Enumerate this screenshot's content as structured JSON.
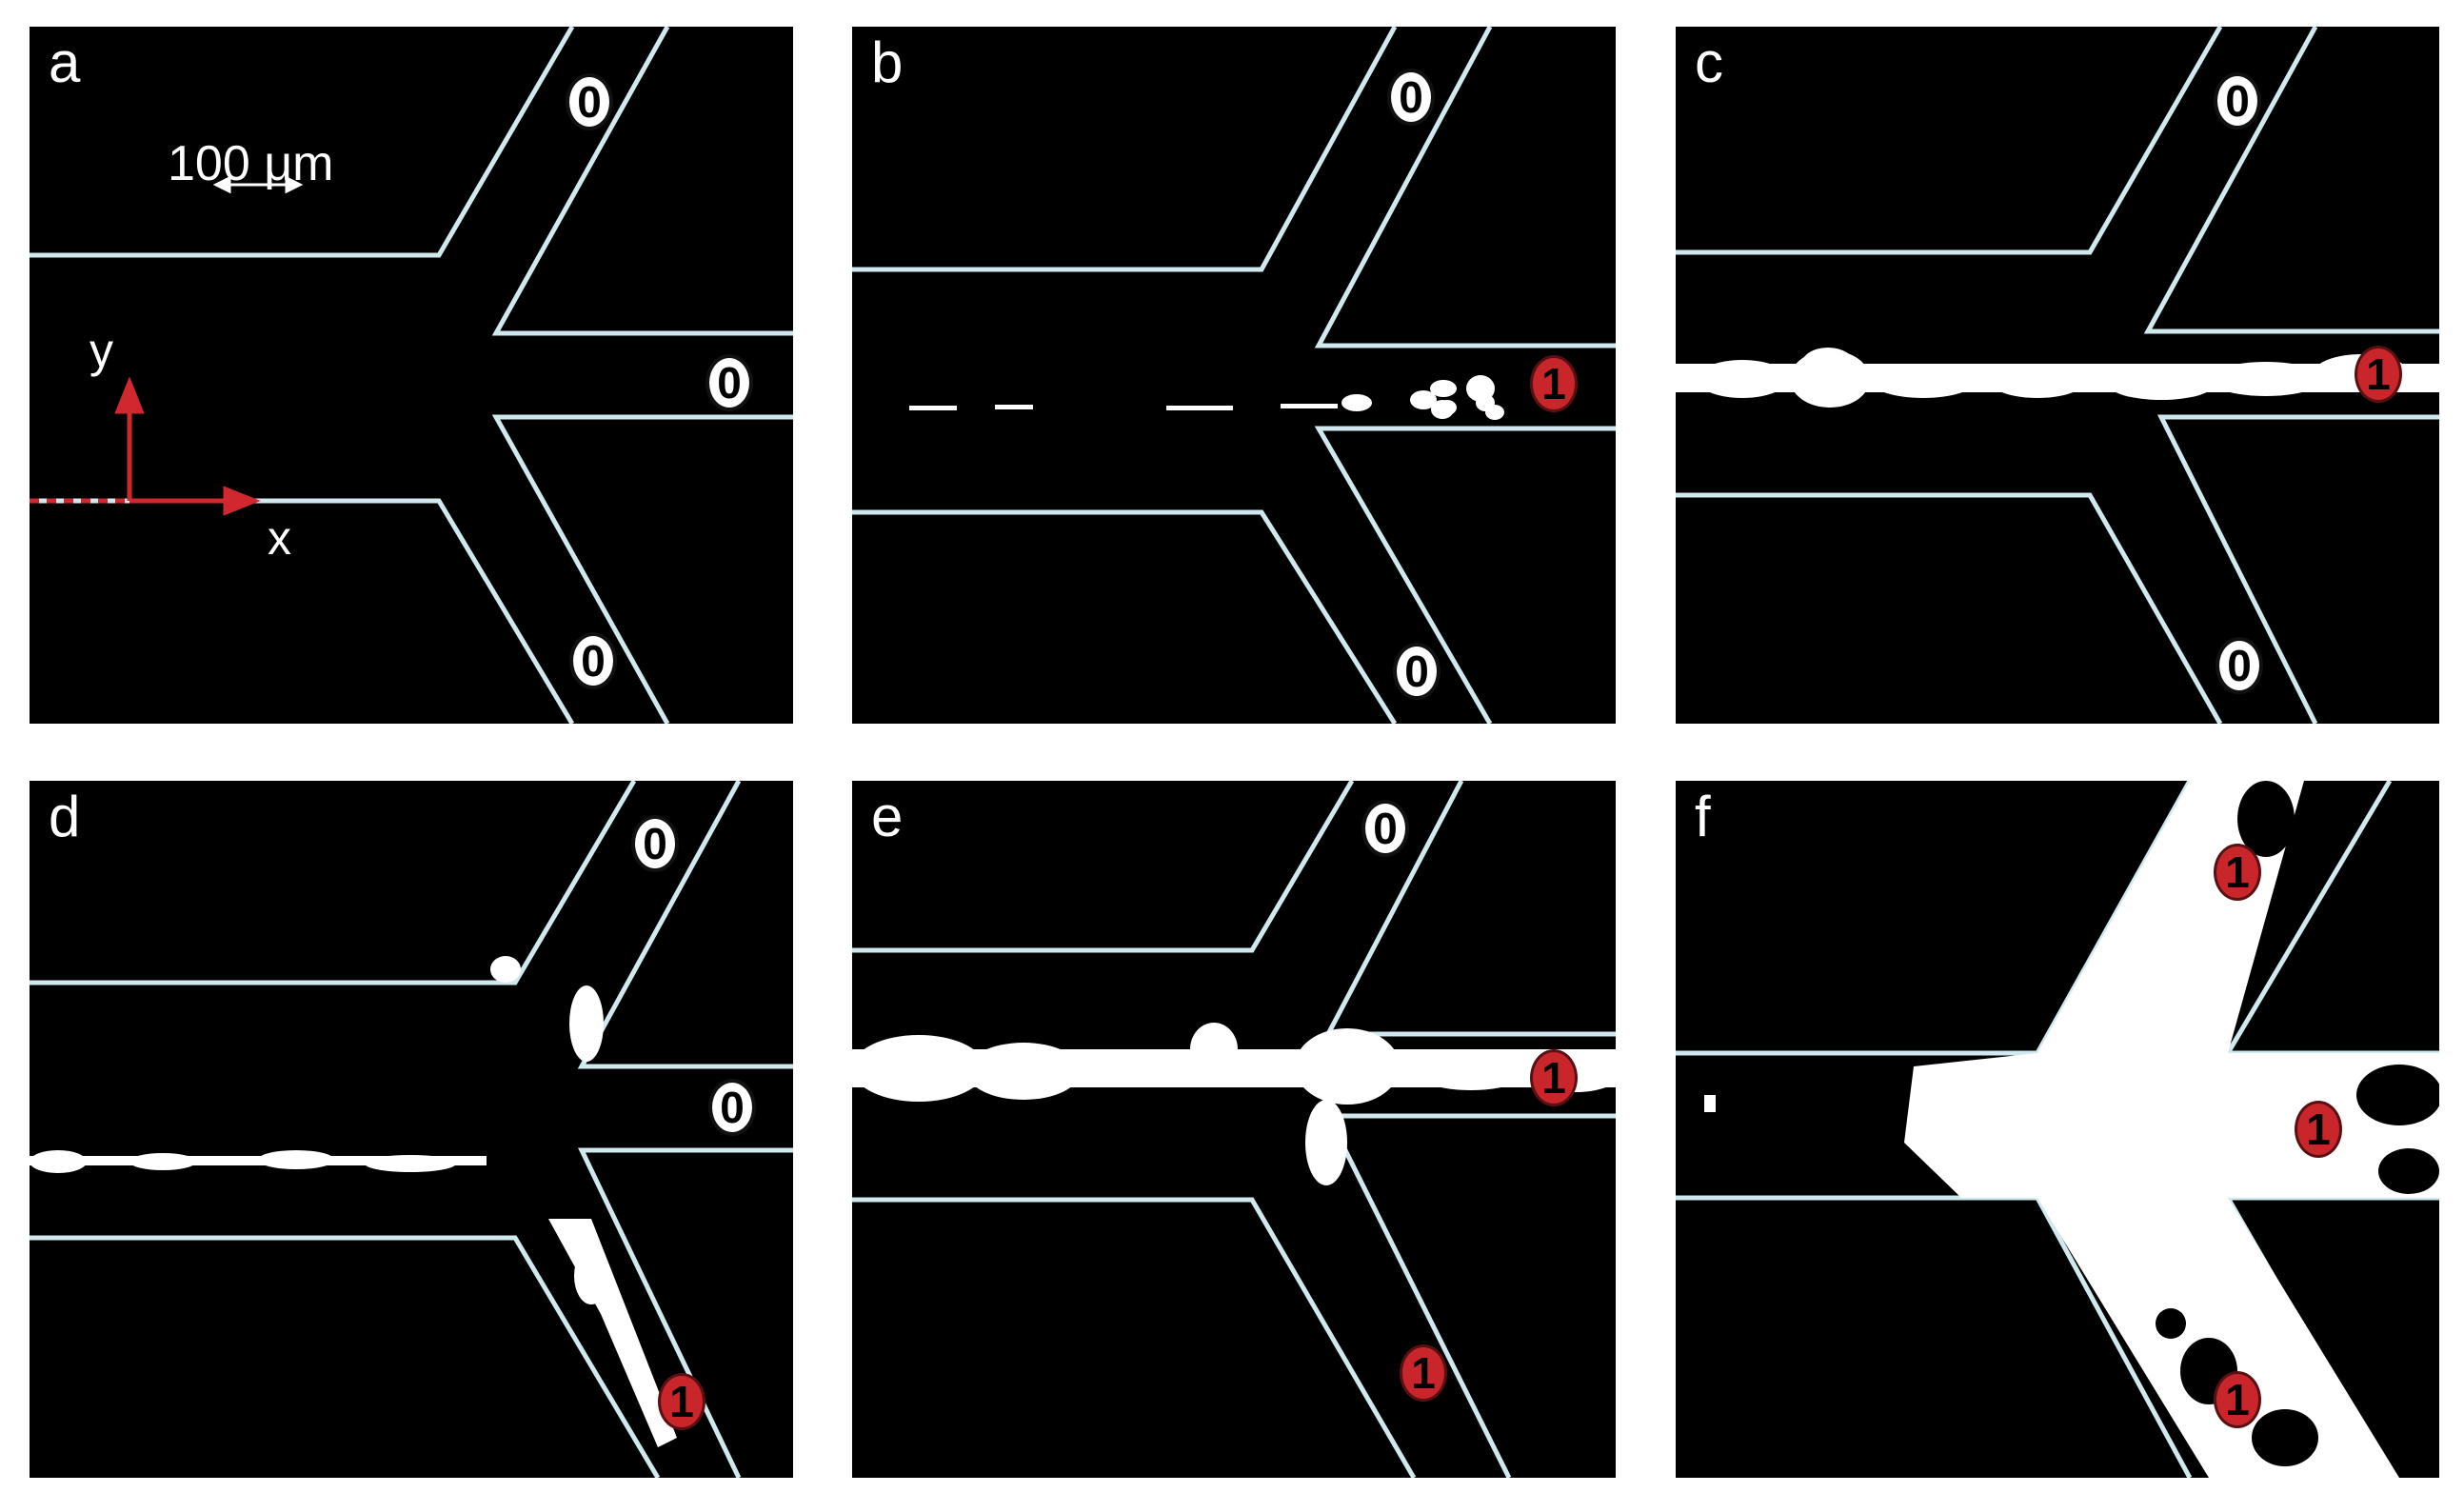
{
  "panels": [
    {
      "label": "a",
      "badges": [
        {
          "text": "0",
          "state": 0
        },
        {
          "text": "0",
          "state": 0
        },
        {
          "text": "0",
          "state": 0
        }
      ]
    },
    {
      "label": "b",
      "badges": [
        {
          "text": "0",
          "state": 0
        },
        {
          "text": "1",
          "state": 1
        },
        {
          "text": "0",
          "state": 0
        }
      ]
    },
    {
      "label": "c",
      "badges": [
        {
          "text": "0",
          "state": 0
        },
        {
          "text": "1",
          "state": 1
        },
        {
          "text": "0",
          "state": 0
        }
      ]
    },
    {
      "label": "d",
      "badges": [
        {
          "text": "0",
          "state": 0
        },
        {
          "text": "0",
          "state": 0
        },
        {
          "text": "1",
          "state": 1
        }
      ]
    },
    {
      "label": "e",
      "badges": [
        {
          "text": "0",
          "state": 0
        },
        {
          "text": "1",
          "state": 1
        },
        {
          "text": "1",
          "state": 1
        }
      ]
    },
    {
      "label": "f",
      "badges": [
        {
          "text": "1",
          "state": 1
        },
        {
          "text": "1",
          "state": 1
        },
        {
          "text": "1",
          "state": 1
        }
      ]
    }
  ],
  "scale_bar": "100 μm",
  "axes": {
    "x": "x",
    "y": "y"
  },
  "colors": {
    "background": "#000000",
    "wall": "#cfe9ee",
    "fill": "#ffffff",
    "axis": "#d0282e",
    "state_on": "#c8262b",
    "state_off": "#ffffff"
  }
}
